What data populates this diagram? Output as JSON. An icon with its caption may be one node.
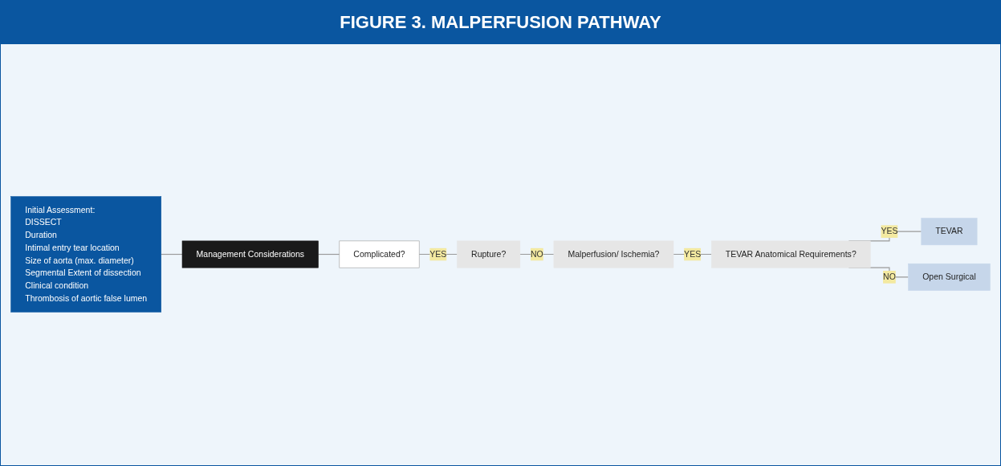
{
  "diagram": {
    "title": "FIGURE 3. MALPERFUSION PATHWAY",
    "nodes": [
      {
        "text": [
          "Initial Assessment:",
          "DISSECT",
          "Duration",
          "Intimal entry tear location",
          "Size of aorta (max. diameter)",
          "Segmental Extent of dissection",
          "Clinical condition",
          "Thrombosis of aortic false lumen"
        ]
      },
      {
        "text": [
          "Management Considerations"
        ]
      },
      {
        "text": [
          "Complicated?"
        ]
      },
      {
        "text": [
          "Rupture?"
        ]
      },
      {
        "text": [
          "Malperfusion/ Ischemia?"
        ]
      },
      {
        "text": [
          "TEVAR Anatomical Requirements?"
        ]
      },
      {
        "text": [
          "TEVAR"
        ]
      },
      {
        "text": [
          "Open Surgical"
        ]
      }
    ],
    "edges": [
      {
        "from": 0,
        "to": 1,
        "arrow": "none"
      },
      {
        "from": 1,
        "to": 2,
        "arrow": "none"
      },
      {
        "from": 2,
        "to": 3,
        "arrow": "none",
        "label": "YES"
      },
      {
        "from": 3,
        "to": 4,
        "arrow": "none",
        "label": "NO"
      },
      {
        "from": 4,
        "to": 5,
        "arrow": "none",
        "label": "YES"
      },
      {
        "from": 5,
        "to": 6,
        "arrow": "none",
        "label": "YES"
      },
      {
        "from": 5,
        "to": 7,
        "arrow": "none",
        "label": "NO"
      }
    ]
  }
}
